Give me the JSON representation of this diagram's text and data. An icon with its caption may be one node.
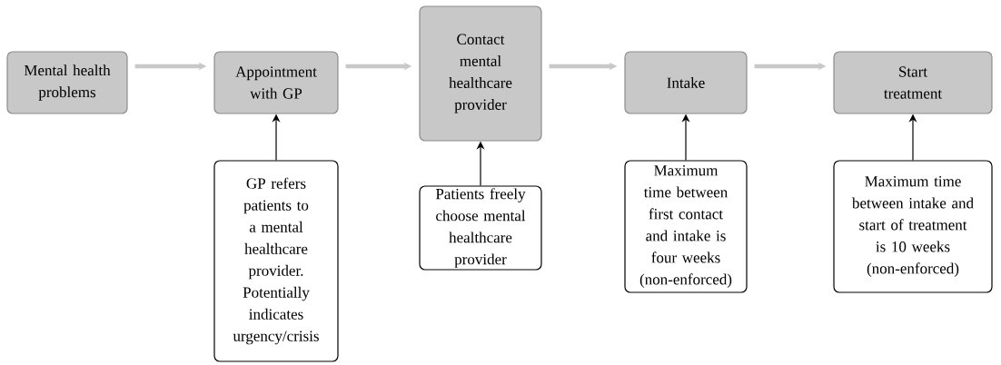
{
  "diagram": {
    "nodes": [
      {
        "text": [
          "Mental health problems"
        ]
      },
      {
        "text": [
          "Appointment with GP"
        ]
      },
      {
        "text": [
          "Contact mental healthcare provider"
        ]
      },
      {
        "text": [
          "Intake"
        ]
      },
      {
        "text": [
          "Start treatment"
        ]
      },
      {
        "text": [
          "GP refers patients to a mental healthcare provider. Potentially indicates urgency/crisis"
        ]
      },
      {
        "text": [
          "Patients freely choose mental healthcare provider"
        ]
      },
      {
        "text": [
          "Maximum time between first contact and intake is four weeks (non-enforced)"
        ]
      },
      {
        "text": [
          "Maximum time between intake and start of treatment is 10 weeks (non-enforced)"
        ]
      }
    ],
    "edges": [
      {
        "from": 0,
        "to": 1,
        "arrow": "to",
        "style": "thick",
        "color": "#c8c8c8"
      },
      {
        "from": 1,
        "to": 2,
        "arrow": "to",
        "style": "thick",
        "color": "#c8c8c8"
      },
      {
        "from": 2,
        "to": 3,
        "arrow": "to",
        "style": "thick",
        "color": "#c8c8c8"
      },
      {
        "from": 3,
        "to": 4,
        "arrow": "to",
        "style": "thick",
        "color": "#c8c8c8"
      },
      {
        "from": 5,
        "to": 1,
        "arrow": "to",
        "color": "#000000"
      },
      {
        "from": 6,
        "to": 2,
        "arrow": "to",
        "color": "#000000"
      },
      {
        "from": 7,
        "to": 3,
        "arrow": "to",
        "color": "#000000"
      },
      {
        "from": 8,
        "to": 4,
        "arrow": "to",
        "color": "#000000"
      }
    ]
  }
}
